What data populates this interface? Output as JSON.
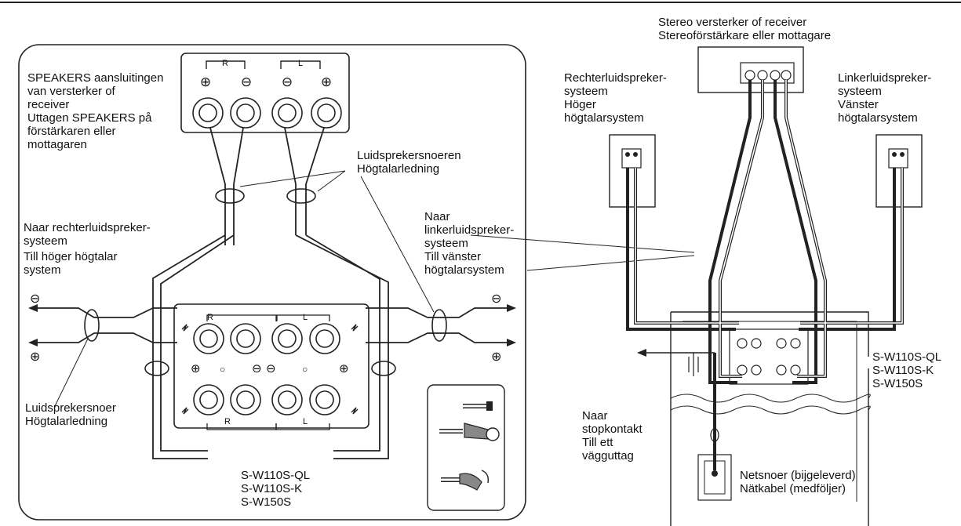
{
  "left_panel": {
    "receiver_terminals_label": [
      "SPEAKERS aansluitingen",
      "van versterker of",
      "receiver",
      "Uttagen SPEAKERS på",
      "förstärkaren eller",
      "mottagaren"
    ],
    "speaker_cable_label": [
      "Luidsprekersnoeren",
      "Högtalarledning"
    ],
    "to_right_speaker_label": [
      "Naar rechterluidspreker-",
      "systeem",
      "Till höger högtalar",
      "system"
    ],
    "to_left_speaker_label": [
      "Naar",
      "linkerluidspreker-",
      "systeem",
      "Till vänster",
      "högtalarsystem"
    ],
    "bottom_cable_label": [
      "Luidsprekersnoer",
      "Högtalarledning"
    ],
    "models": [
      "S-W110S-QL",
      "S-W110S-K",
      "S-W150S"
    ],
    "channel_r": "R",
    "channel_l": "L",
    "plus_sign": "⊕",
    "minus_sign": "⊖"
  },
  "right_panel": {
    "receiver_label": [
      "Stereo versterker of receiver",
      "Stereoförstärkare eller mottagare"
    ],
    "right_speaker_label": [
      "Rechterluidspreker-",
      "systeem",
      "Höger",
      "högtalarsystem"
    ],
    "left_speaker_label": [
      "Linkerluidspreker-",
      "systeem",
      "Vänster",
      "högtalarsystem"
    ],
    "models": [
      "S-W110S-QL",
      "S-W110S-K",
      "S-W150S"
    ],
    "outlet_label": [
      "Naar",
      "stopkontakt",
      "Till ett",
      "vägguttag"
    ],
    "power_cord_label": [
      "Netsnoer (bijgeleverd)",
      "Nätkabel (medföljer)"
    ]
  }
}
